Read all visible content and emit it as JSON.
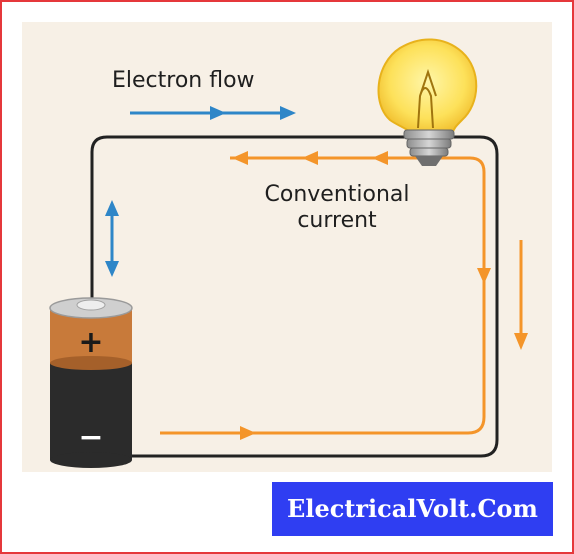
{
  "labels": {
    "electron_flow": "Electron flow",
    "conventional_line1": "Conventional",
    "conventional_line2": "current"
  },
  "battery": {
    "positive_symbol": "+",
    "negative_symbol": "−"
  },
  "brand": {
    "text": "ElectricalVolt.Com"
  },
  "colors": {
    "border": "#e5383b",
    "panel_background": "#f7f0e6",
    "wire": "#222222",
    "electron_arrows": "#2e86c8",
    "conventional_arrows": "#f4952a",
    "battery_top": "#c87a3a",
    "battery_body": "#2b2b2b",
    "bulb_glass": "#fde15a",
    "brand_background": "#2f3ef2",
    "brand_text": "#ffffff"
  }
}
